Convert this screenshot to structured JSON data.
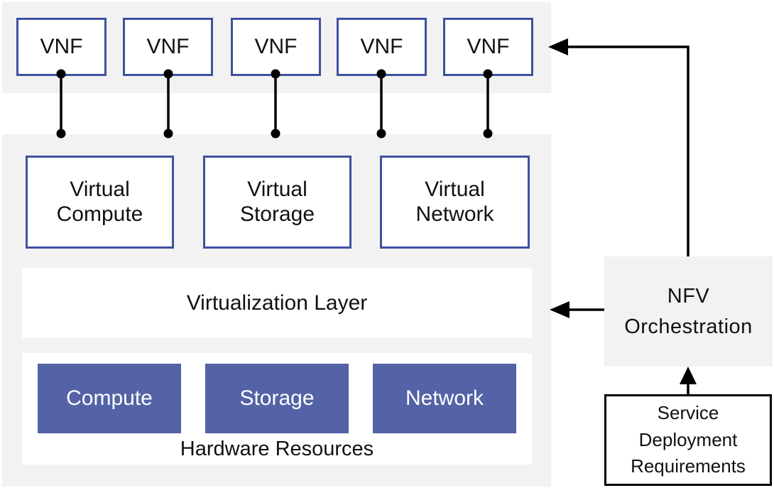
{
  "vnfs": [
    "VNF",
    "VNF",
    "VNF",
    "VNF",
    "VNF"
  ],
  "virtual": {
    "compute": [
      "Virtual",
      "Compute"
    ],
    "storage": [
      "Virtual",
      "Storage"
    ],
    "network": [
      "Virtual",
      "Network"
    ]
  },
  "virtualization_layer": "Virtualization Layer",
  "hardware": {
    "title": "Hardware Resources",
    "compute": "Compute",
    "storage": "Storage",
    "network": "Network"
  },
  "orchestration": [
    "NFV",
    "Orchestration"
  ],
  "requirements": [
    "Service",
    "Deployment",
    "Requirements"
  ],
  "colors": {
    "box_border": "#3f51a0",
    "hardware_fill": "#5463a6",
    "panel": "#f2f2f2"
  }
}
